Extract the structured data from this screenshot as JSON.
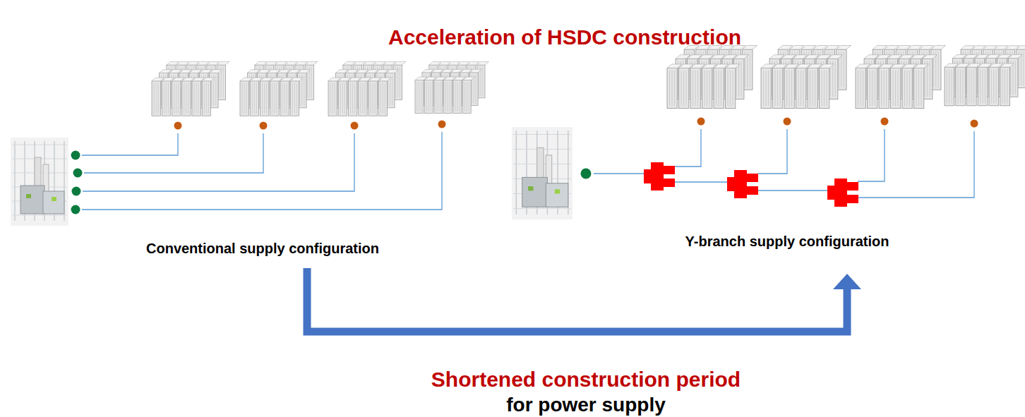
{
  "diagram": {
    "title": "Acceleration of HSDC construction",
    "labels": [
      "Conventional supply configuration",
      "Y-branch supply configuration",
      "Shortened construction period",
      "for power supply"
    ]
  }
}
